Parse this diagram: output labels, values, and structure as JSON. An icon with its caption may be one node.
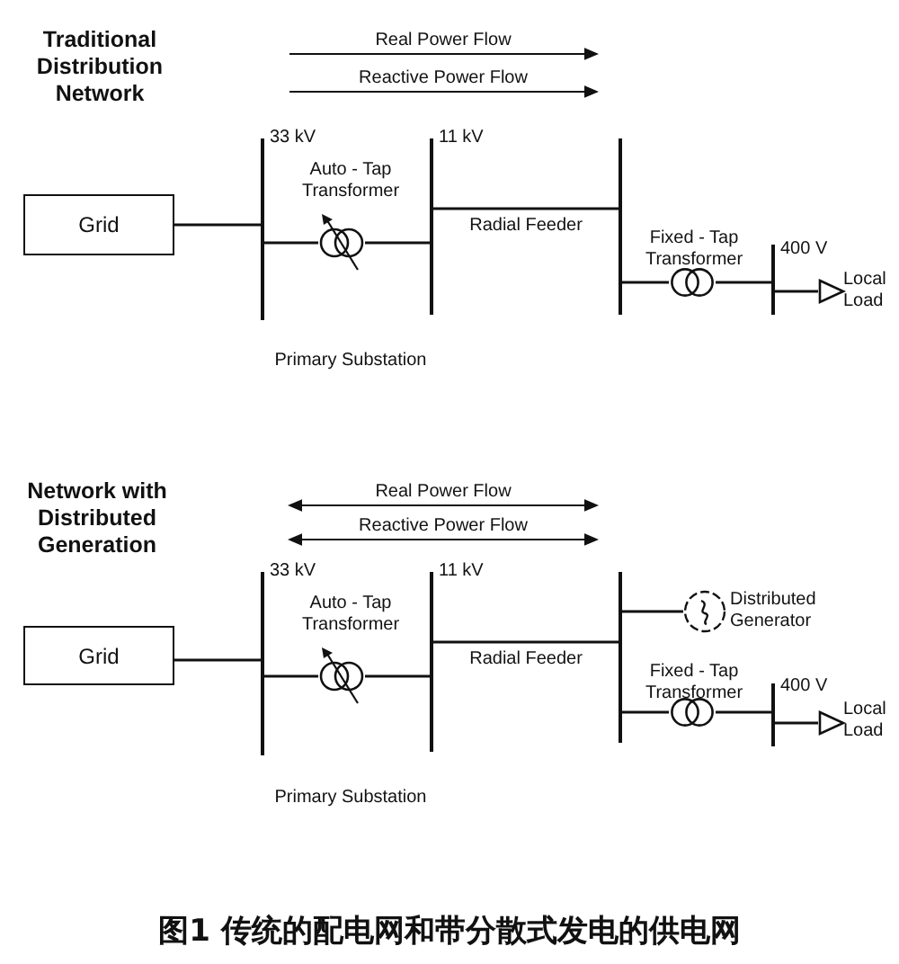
{
  "diagram": {
    "caption": "图1 传统的配电网和带分散式发电的供电网",
    "nodes": [
      {
        "text": [
          "Grid"
        ]
      },
      {
        "text": [],
        "shape": "bar",
        "beside": [
          "33 kV"
        ]
      },
      {
        "text": [],
        "shape": "circle",
        "beside": [
          "Auto - Tap Transformer"
        ]
      },
      {
        "text": [],
        "shape": "bar",
        "beside": [
          "11 kV"
        ]
      },
      {
        "text": [],
        "shape": "bar"
      },
      {
        "text": [],
        "shape": "circle",
        "beside": [
          "Fixed - Tap Transformer"
        ]
      },
      {
        "text": [],
        "shape": "bar",
        "beside": [
          "400 V"
        ]
      },
      {
        "text": [],
        "shape": "triangle",
        "beside": [
          "Local Load"
        ]
      },
      {
        "text": [
          "Grid"
        ]
      },
      {
        "text": [],
        "shape": "bar",
        "beside": [
          "33 kV"
        ]
      },
      {
        "text": [],
        "shape": "circle",
        "beside": [
          "Auto - Tap Transformer"
        ]
      },
      {
        "text": [],
        "shape": "bar",
        "beside": [
          "11 kV"
        ]
      },
      {
        "text": [],
        "shape": "bar"
      },
      {
        "text": [],
        "shape": "circle",
        "beside": [
          "Distributed Generator"
        ]
      },
      {
        "text": [],
        "shape": "circle",
        "beside": [
          "Fixed - Tap Transformer"
        ]
      },
      {
        "text": [],
        "shape": "bar",
        "beside": [
          "400 V"
        ]
      },
      {
        "text": [],
        "shape": "triangle",
        "beside": [
          "Local Load"
        ]
      }
    ],
    "edges": [
      {
        "from": 0,
        "to": 1,
        "arrow": "none"
      },
      {
        "from": 1,
        "to": 2,
        "arrow": "none"
      },
      {
        "from": 2,
        "to": 3,
        "arrow": "none"
      },
      {
        "from": 3,
        "to": 4,
        "arrow": "none",
        "label": "Radial Feeder"
      },
      {
        "from": 4,
        "to": 5,
        "arrow": "none"
      },
      {
        "from": 5,
        "to": 6,
        "arrow": "none"
      },
      {
        "from": 6,
        "to": 7,
        "arrow": "none"
      },
      {
        "from": 8,
        "to": 9,
        "arrow": "none"
      },
      {
        "from": 9,
        "to": 10,
        "arrow": "none"
      },
      {
        "from": 10,
        "to": 11,
        "arrow": "none"
      },
      {
        "from": 11,
        "to": 12,
        "arrow": "none",
        "label": "Radial Feeder"
      },
      {
        "from": 12,
        "to": 13,
        "arrow": "none"
      },
      {
        "from": 12,
        "to": 14,
        "arrow": "none"
      },
      {
        "from": 14,
        "to": 15,
        "arrow": "none"
      },
      {
        "from": 15,
        "to": 16,
        "arrow": "none"
      }
    ],
    "labels": [
      "Traditional Distribution Network",
      "Real Power Flow",
      "Reactive Power Flow",
      "Primary Substation",
      "Network with Distributed Generation",
      "Real Power Flow",
      "Reactive Power Flow",
      "Primary Substation"
    ]
  }
}
